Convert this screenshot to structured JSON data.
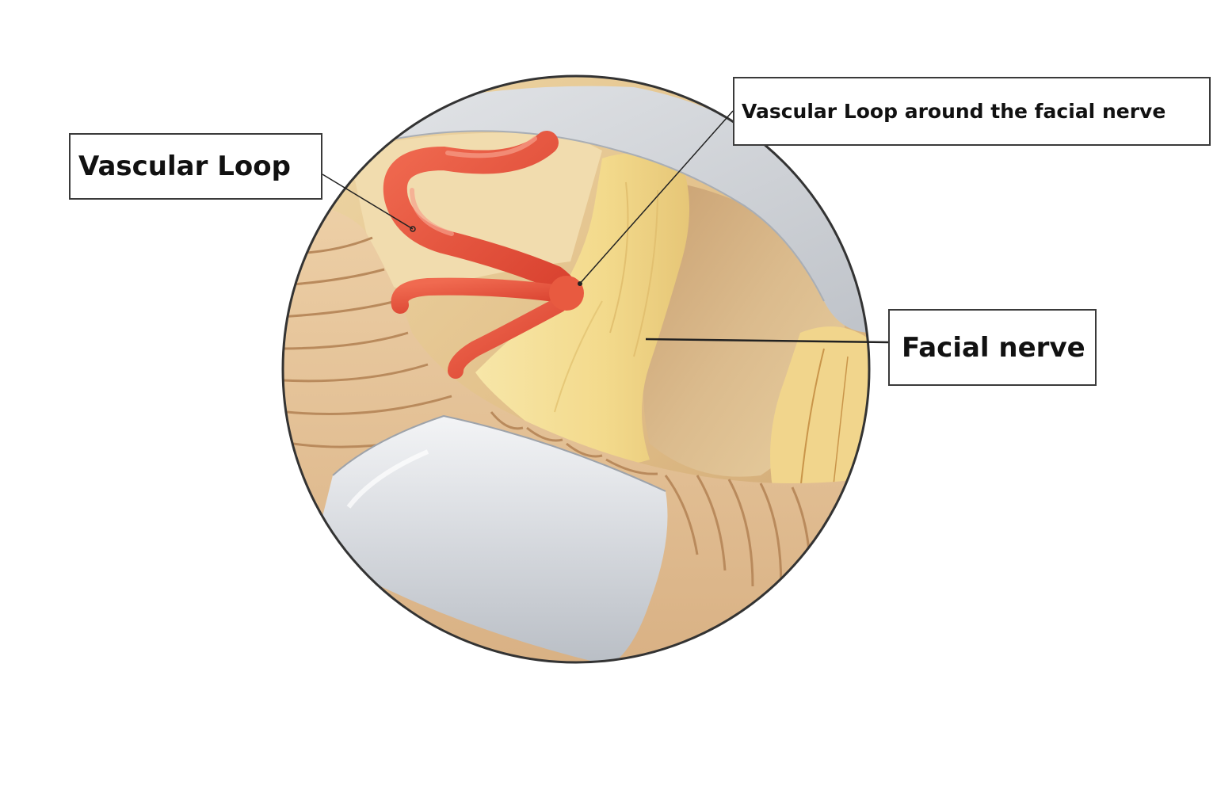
{
  "labels": {
    "vascular_loop": "Vascular Loop",
    "loop_around_nerve": "Vascular Loop around the facial nerve",
    "facial_nerve": "Facial nerve"
  },
  "colors": {
    "vessel": "#e8503c",
    "nerve": "#f5df9a",
    "brain_tissue": "#e9c79a",
    "retractor": "#d9dce0",
    "outline": "#3a3a3a"
  }
}
